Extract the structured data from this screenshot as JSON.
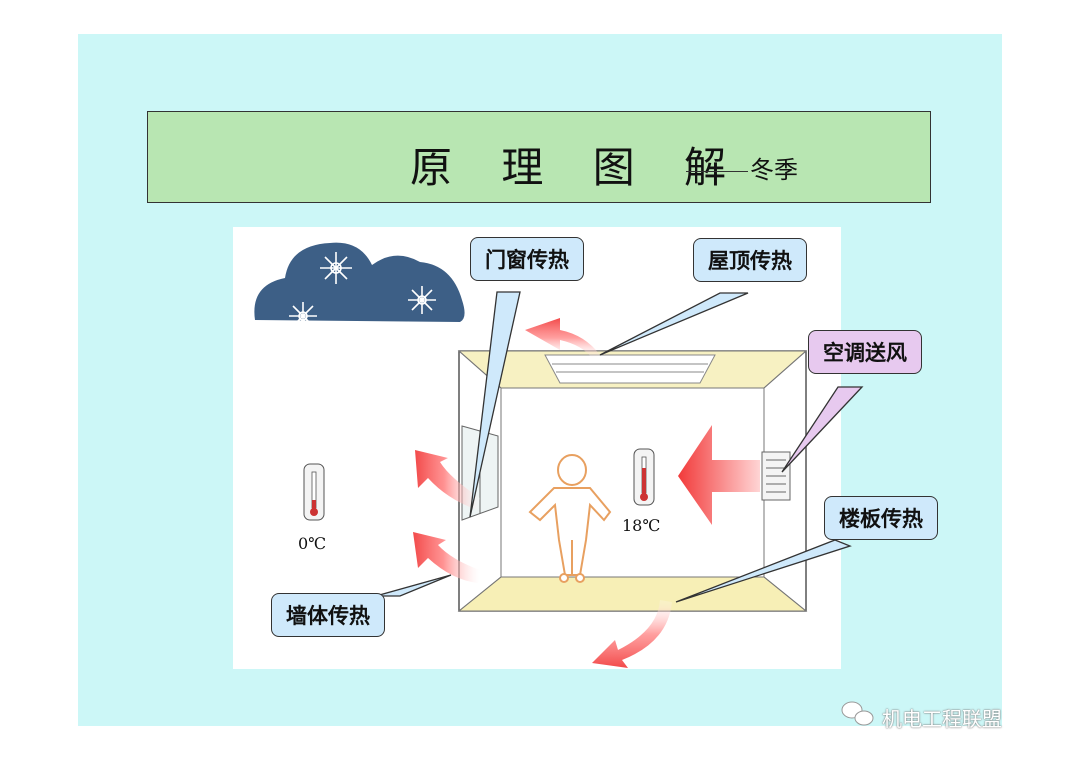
{
  "title": {
    "main": "原 理 图 解",
    "sub": "冬季"
  },
  "labels": {
    "door_window": "门窗传热",
    "roof": "屋顶传热",
    "ac_supply": "空调送风",
    "floor": "楼板传热",
    "wall": "墙体传热"
  },
  "temperatures": {
    "outdoor": "0℃",
    "indoor": "18℃"
  },
  "watermark": "机电工程联盟",
  "colors": {
    "slide_bg": "#ccf7f7",
    "title_bg": "#b8e6b2",
    "callout_blue": "#cfe9fb",
    "callout_pink": "#e7c9ef",
    "heat_arrow": "#f25a5a",
    "cloud": "#3d5f86",
    "person_outline": "#e8a060",
    "room_ceiling_floor": "#f7f1c2"
  },
  "icons": [
    "snow-cloud-icon",
    "thermometer-icon",
    "person-icon",
    "heat-arrow-icon",
    "wechat-icon"
  ]
}
